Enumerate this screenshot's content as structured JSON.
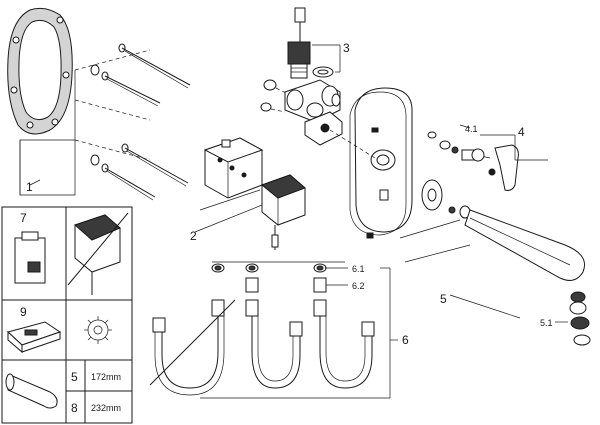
{
  "callouts": {
    "c1": "1",
    "c2": "2",
    "c3": "3",
    "c4": "4",
    "c41": "4.1",
    "c5": "5",
    "c51": "5.1",
    "c6": "6",
    "c61": "6.1",
    "c62": "6.2"
  },
  "legend": {
    "cell7": "7",
    "cell9": "9",
    "rows": [
      {
        "num": "5",
        "size": "172mm"
      },
      {
        "num": "8",
        "size": "232mm"
      }
    ]
  },
  "colors": {
    "line": "#1a1a1a",
    "fill_grey": "#d4d4d4",
    "fill_dark": "#3a3a3a"
  },
  "icons": [
    "mounting-frame-icon",
    "screw-icon",
    "power-supply-icon",
    "solenoid-valve-icon",
    "mixing-valve-icon",
    "wall-plate-icon",
    "handle-icon",
    "spout-icon",
    "hose-icon",
    "battery-icon",
    "remote-control-icon",
    "gear-icon"
  ]
}
